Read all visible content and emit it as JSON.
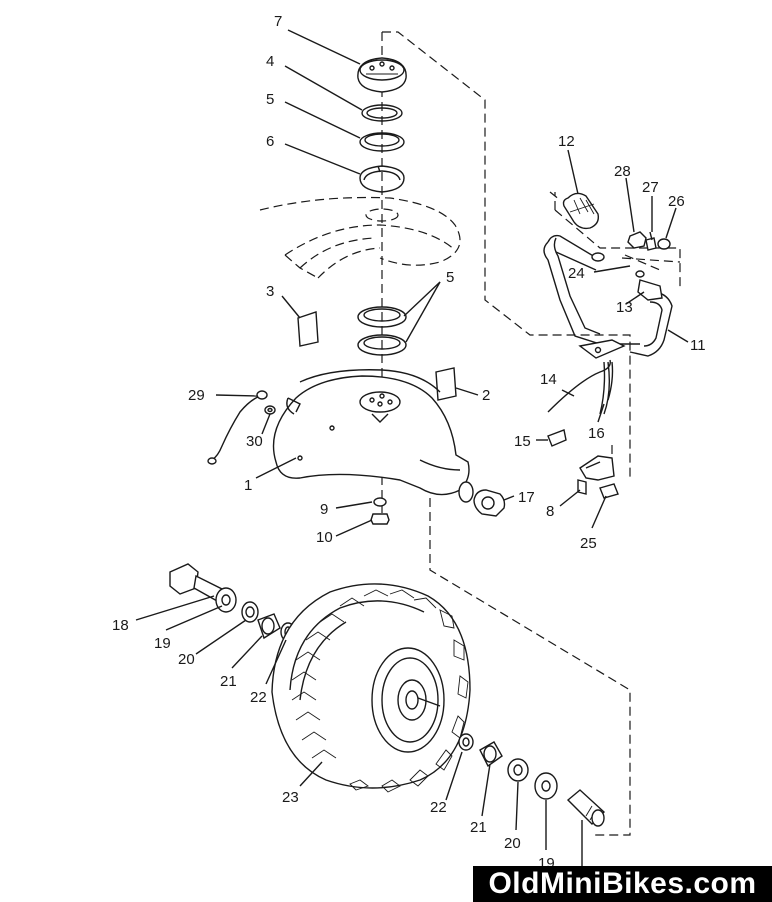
{
  "callouts": [
    "7",
    "4",
    "5",
    "6",
    "12",
    "28",
    "27",
    "26",
    "5",
    "3",
    "24",
    "13",
    "11",
    "29",
    "2",
    "14",
    "30",
    "16",
    "1",
    "15",
    "17",
    "9",
    "8",
    "10",
    "25",
    "18",
    "19",
    "20",
    "21",
    "22",
    "23",
    "22",
    "21",
    "20",
    "19"
  ],
  "watermark": "OldMiniBikes.com"
}
